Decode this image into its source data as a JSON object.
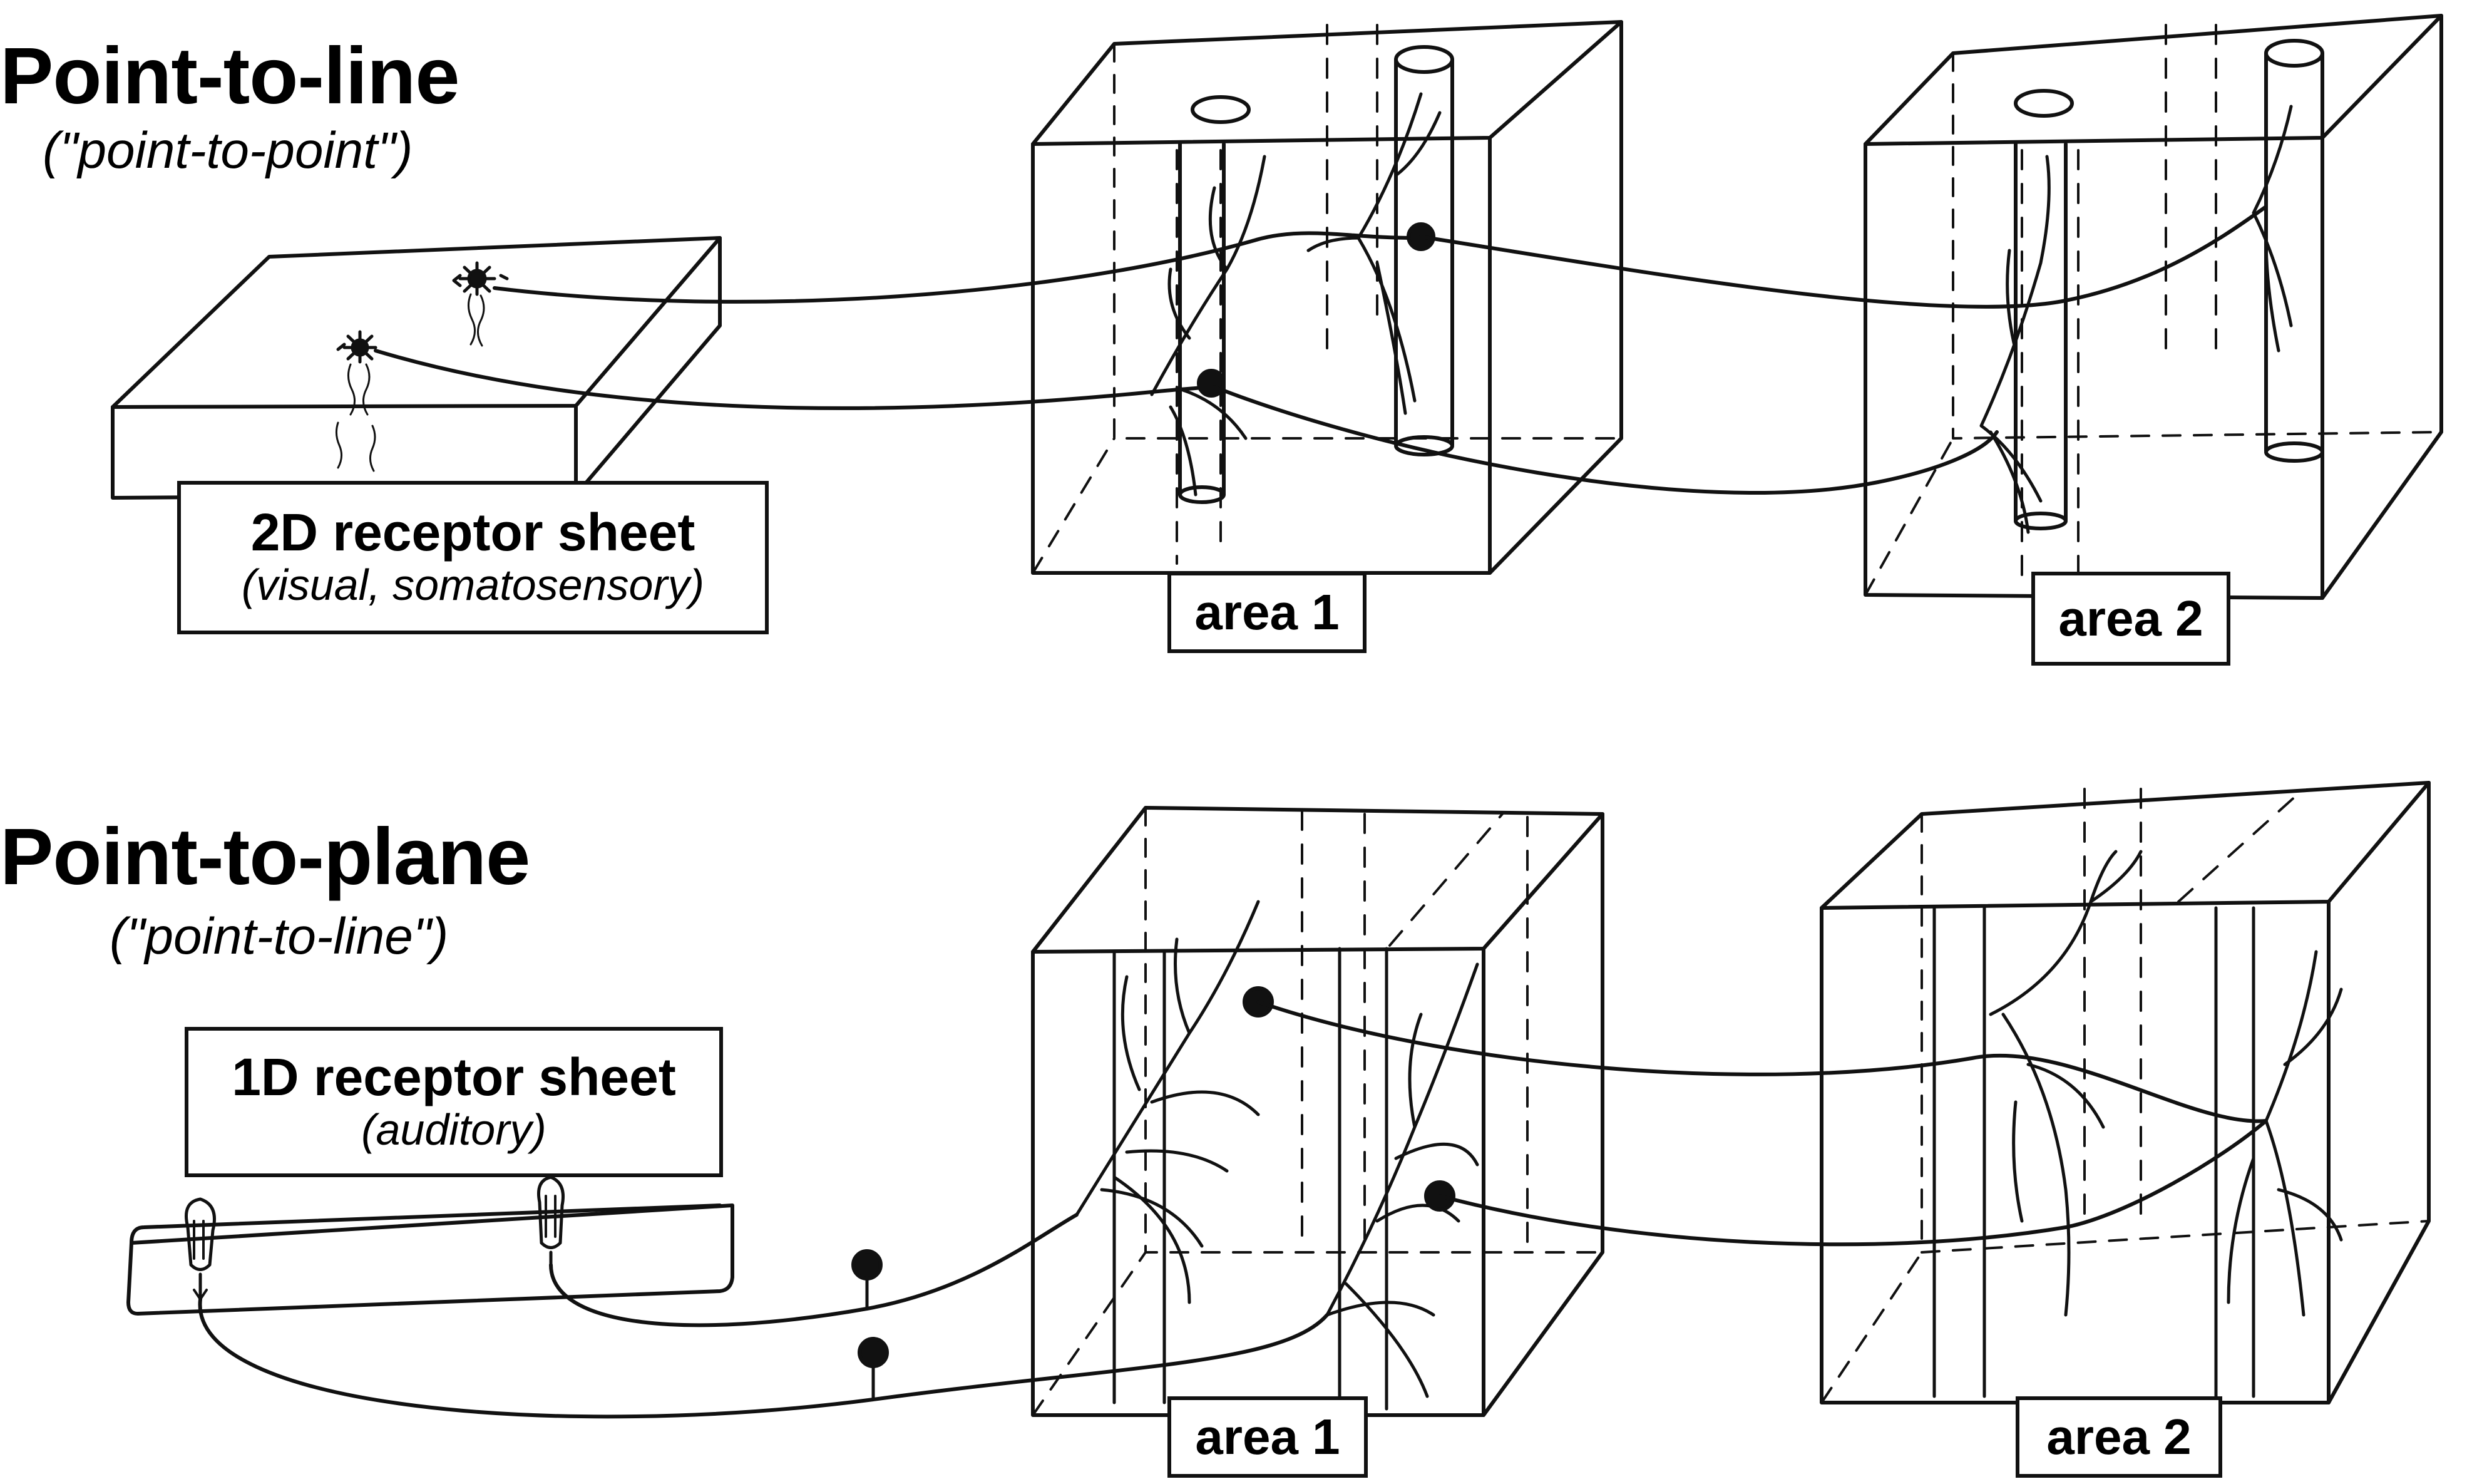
{
  "top": {
    "title": "Point-to-line",
    "subtitle": "(\"point-to-point\")",
    "sheet_label": "2D receptor sheet",
    "sheet_note": "(visual, somatosensory)",
    "area1": "area 1",
    "area2": "area 2"
  },
  "bottom": {
    "title": "Point-to-plane",
    "subtitle": "(\"point-to-line\")",
    "sheet_label": "1D receptor sheet",
    "sheet_note": "(auditory)",
    "area1": "area 1",
    "area2": "area 2"
  },
  "colors": {
    "ink": "#111111",
    "background": "#ffffff"
  }
}
